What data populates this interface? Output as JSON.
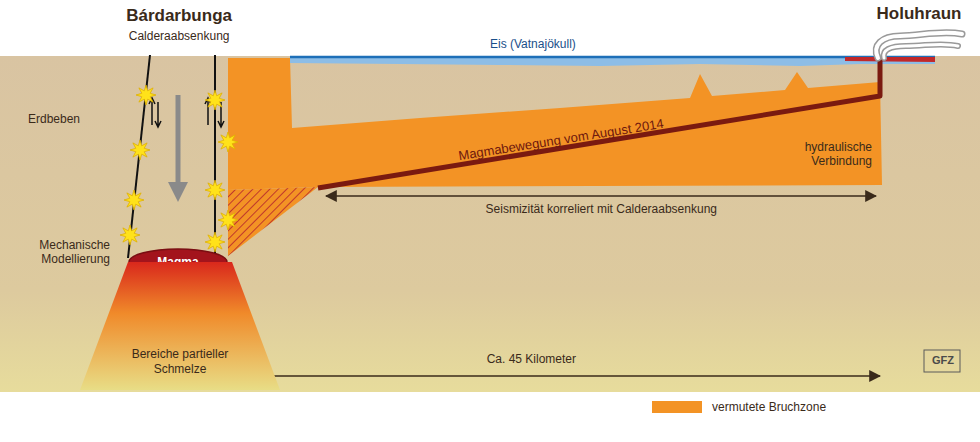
{
  "diagram": {
    "nodes": [
      {
        "text": [
          "Magma"
        ]
      },
      {
        "text": [
          "Bereiche partieller Schmelze"
        ]
      }
    ],
    "labels": [
      "Bárdarbunga",
      "Calderaabsenkung",
      "Erdbeben",
      "Mechanische Modellierung",
      "Eis (Vatnajökull)",
      "Magmabewegung vom August 2014",
      "hydraulische Verbindung",
      "Seismizität korreliert mit Calderaabsenkung",
      "Ca. 45 Kilometer",
      "Holuhraun",
      "GFZ"
    ],
    "legend": [
      {
        "text": "vermutete Bruchzone",
        "color": "#f39325"
      }
    ]
  }
}
